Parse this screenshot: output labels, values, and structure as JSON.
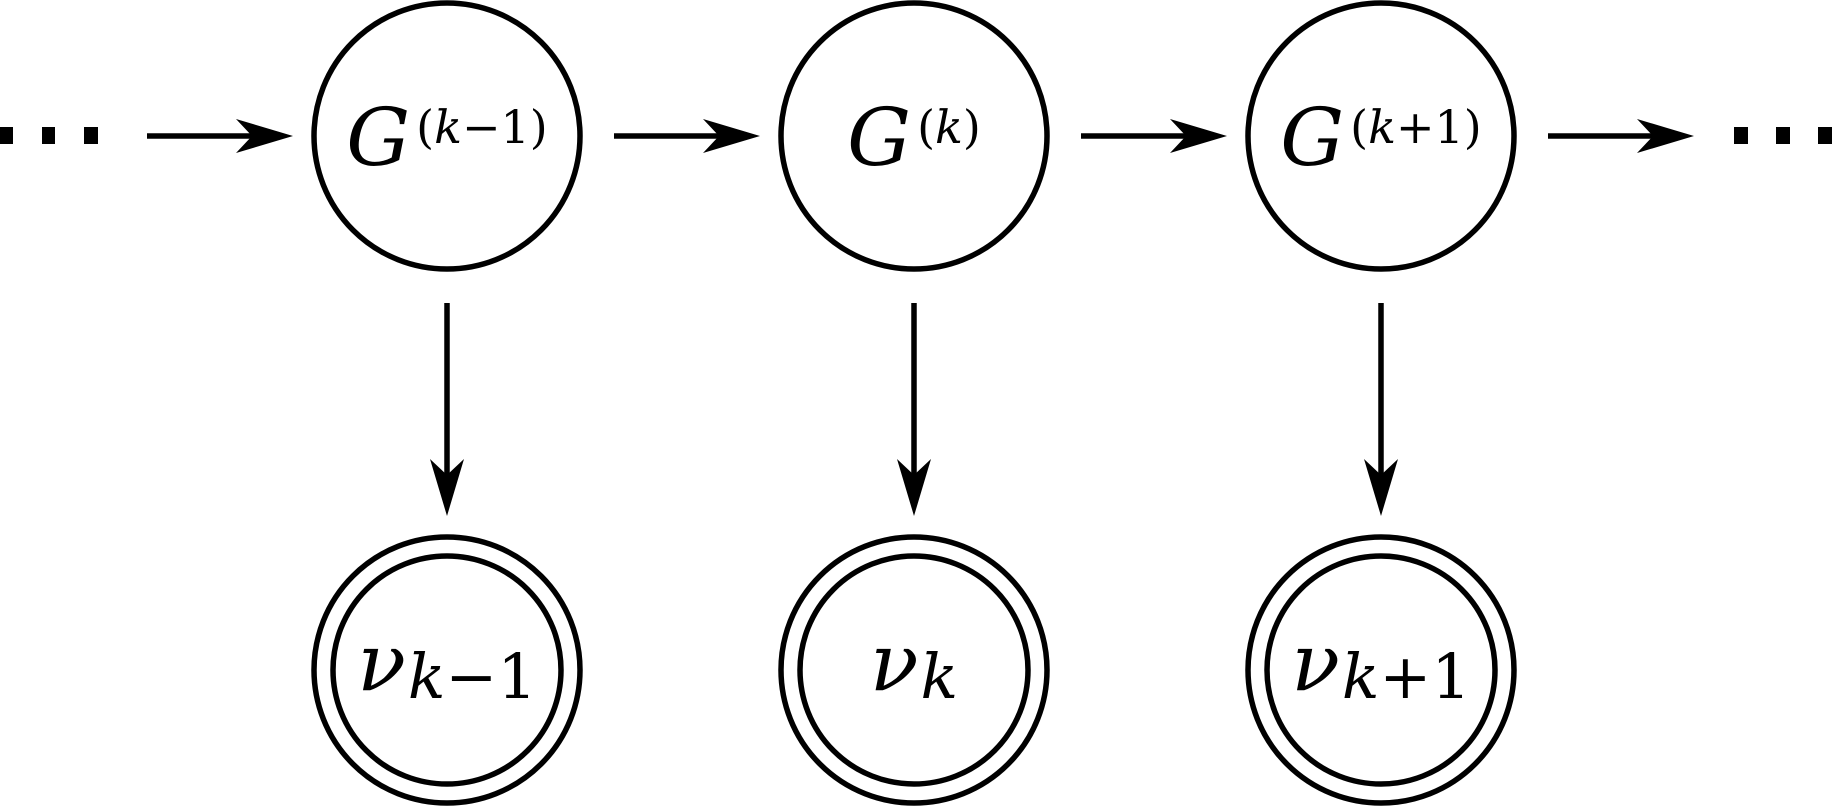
{
  "diagram": {
    "colors": {
      "stroke": "#000000",
      "background": "#ffffff"
    },
    "ellipsis": "⋯",
    "top_nodes": [
      {
        "id": "g-prev",
        "symbol": "G",
        "superscript_var": "k",
        "superscript_op": "−",
        "superscript_num": "1"
      },
      {
        "id": "g-curr",
        "symbol": "G",
        "superscript_var": "k",
        "superscript_op": "",
        "superscript_num": ""
      },
      {
        "id": "g-next",
        "symbol": "G",
        "superscript_var": "k",
        "superscript_op": "+",
        "superscript_num": "1"
      }
    ],
    "bottom_nodes": [
      {
        "id": "nu-prev",
        "symbol": "ν",
        "subscript_var": "k",
        "subscript_op": "−",
        "subscript_num": "1"
      },
      {
        "id": "nu-curr",
        "symbol": "ν",
        "subscript_var": "k",
        "subscript_op": "",
        "subscript_num": ""
      },
      {
        "id": "nu-next",
        "symbol": "ν",
        "subscript_var": "k",
        "subscript_op": "+",
        "subscript_num": "1"
      }
    ]
  }
}
